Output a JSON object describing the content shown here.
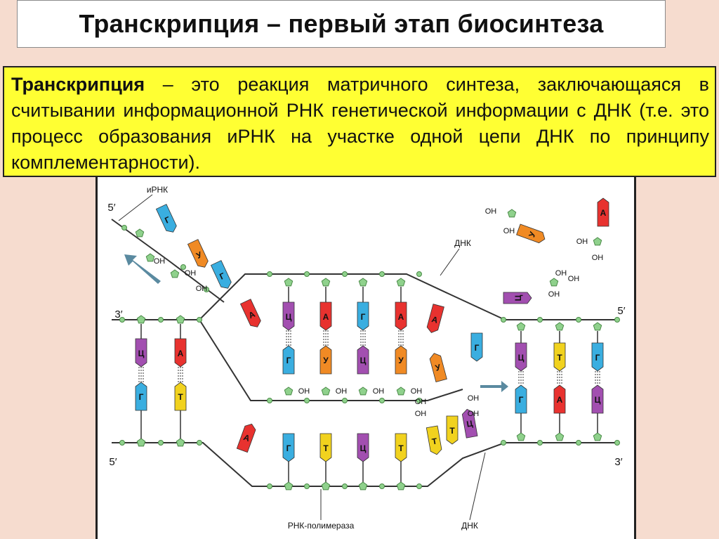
{
  "slide": {
    "title": "Транскрипция – первый этап биосинтеза",
    "definition_term": "Транскрипция",
    "definition_rest": " – это реакция матричного синтеза, заключающаяся в считывании информационной  РНК генетической информации с ДНК    (т.е. это процесс образования иРНК на участке одной цепи ДНК по принципу комплементарности)."
  },
  "diagram": {
    "labels": {
      "mrna": "иРНК",
      "dna_top": "ДНК",
      "dna_bottom": "ДНК",
      "polymerase": "РНК-полимераза",
      "oh": "OH",
      "five_prime": "5′",
      "three_prime": "3′"
    },
    "colors": {
      "A": "#e8322f",
      "G": "#3aaee0",
      "C": "#a24fb0",
      "T": "#f1d21e",
      "U": "#f08a24",
      "phosphate": "#8fd18c",
      "backbone": "#333333"
    },
    "left_pairs": [
      [
        "Ц",
        "Г"
      ],
      [
        "А",
        "Т"
      ]
    ],
    "bubble_top_row": [
      "Ц",
      "А",
      "Г",
      "А"
    ],
    "bubble_mrna_row": [
      "Г",
      "У",
      "Ц",
      "У"
    ],
    "bubble_bottom_row": [
      "Г",
      "Т",
      "Ц",
      "Т"
    ],
    "right_pairs": [
      [
        "Ц",
        "Г"
      ],
      [
        "Т",
        "А"
      ],
      [
        "Г",
        "Ц"
      ]
    ],
    "mrna_chain": [
      "Г",
      "У",
      "Г"
    ],
    "free_nucleotides": [
      "А",
      "У",
      "Ц",
      "Т"
    ],
    "entering_nucleotides": [
      "А",
      "У",
      "Ц",
      "Т",
      "А",
      "Г"
    ]
  }
}
